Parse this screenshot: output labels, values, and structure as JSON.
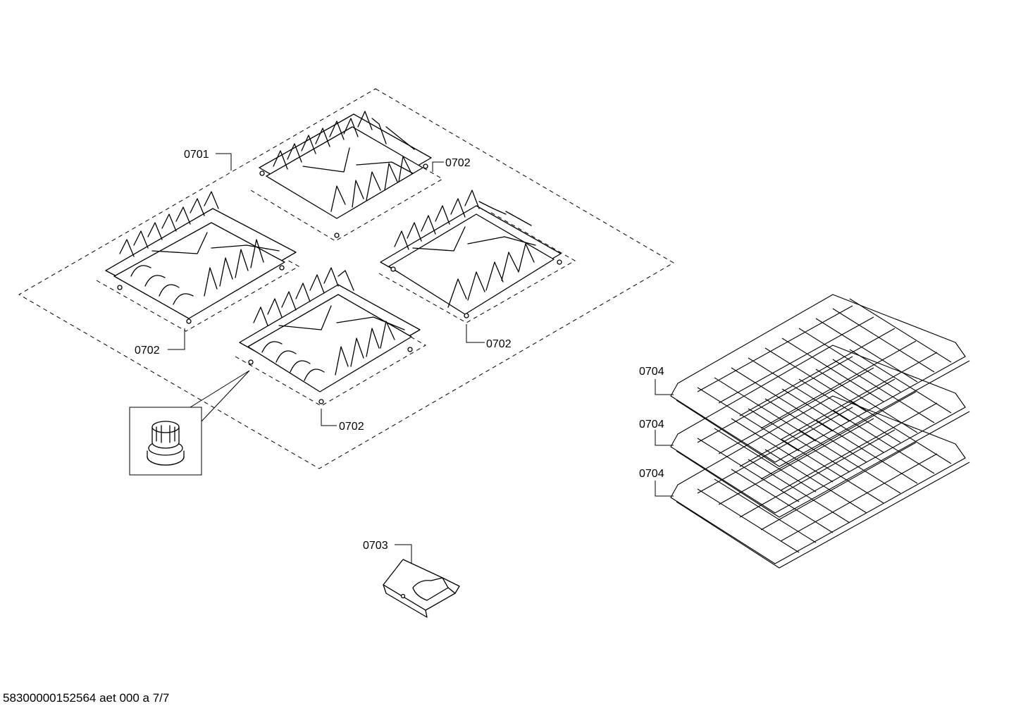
{
  "callouts": {
    "grate_set": "0701",
    "grate_top": "0702",
    "grate_left": "0702",
    "grate_right": "0702",
    "grate_front": "0702",
    "bracket": "0703",
    "rack_1": "0704",
    "rack_2": "0704",
    "rack_3": "0704"
  },
  "footer": {
    "doc_number": "583000001525​64 aet 000 a 7/7"
  }
}
